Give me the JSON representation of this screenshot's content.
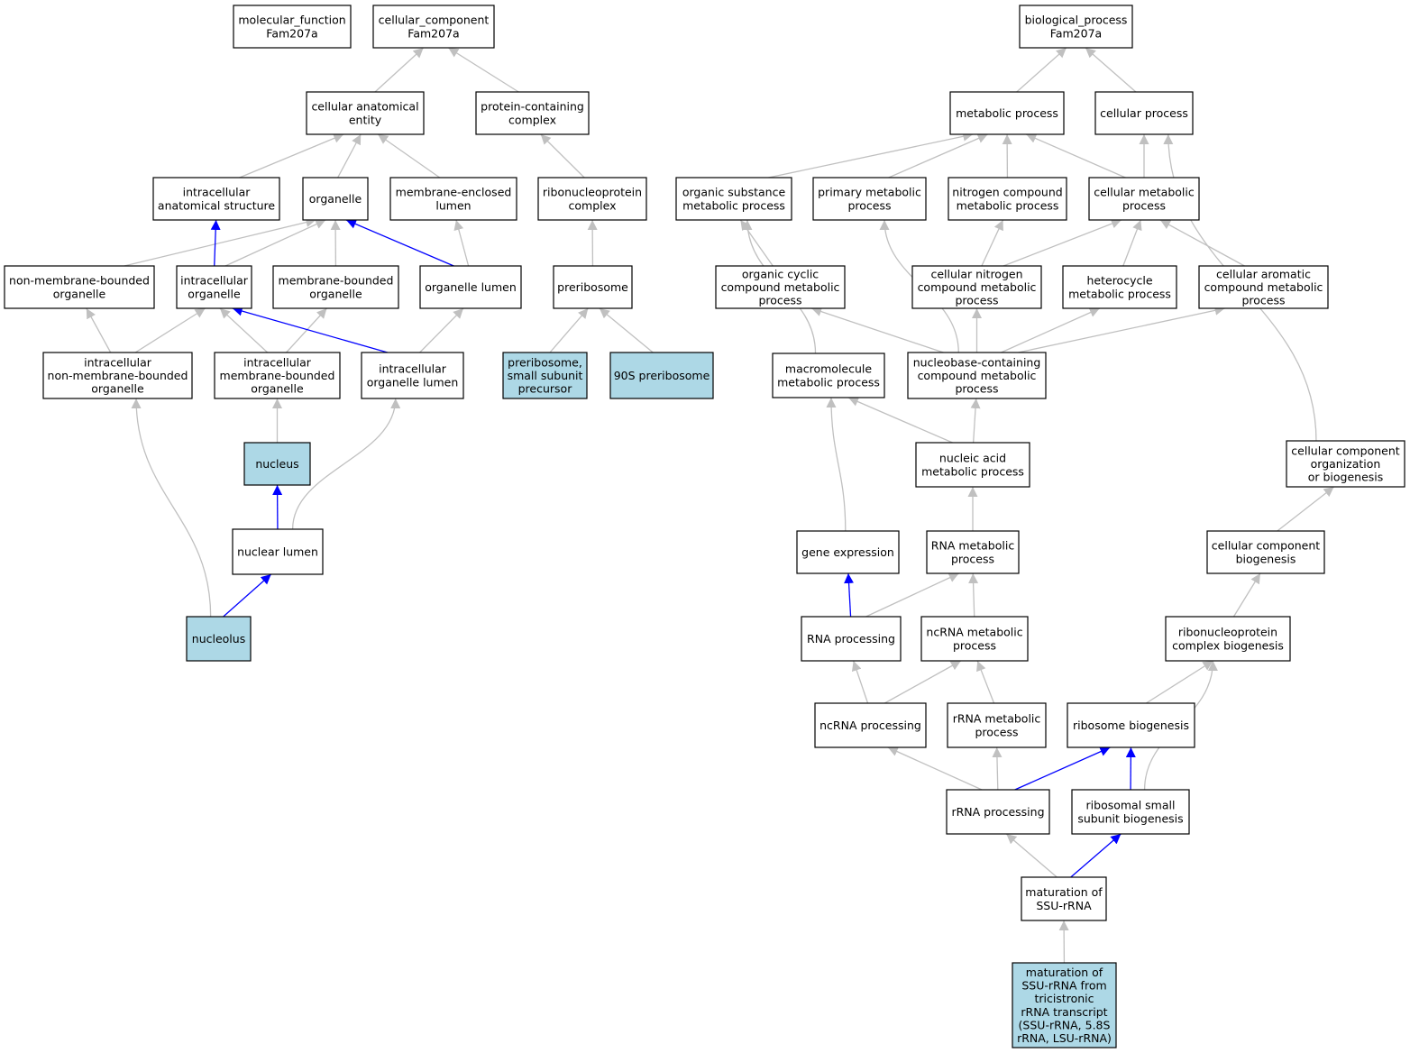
{
  "colors": {
    "plain": "#ffffff",
    "highlight": "#add8e6",
    "edge_gray": "#c0c0c0",
    "edge_blue": "#0000ff"
  },
  "nodes": {
    "molecular_function": [
      "molecular_function",
      "Fam207a"
    ],
    "cellular_component": [
      "cellular_component",
      "Fam207a"
    ],
    "biological_process": [
      "biological_process",
      "Fam207a"
    ],
    "cellular_anatomical_entity": [
      "cellular anatomical",
      "entity"
    ],
    "protein_containing_complex": [
      "protein-containing",
      "complex"
    ],
    "metabolic_process": [
      "metabolic process"
    ],
    "cellular_process": [
      "cellular process"
    ],
    "intracellular_anatomical_structure": [
      "intracellular",
      "anatomical structure"
    ],
    "organelle": [
      "organelle"
    ],
    "membrane_enclosed_lumen": [
      "membrane-enclosed",
      "lumen"
    ],
    "ribonucleoprotein_complex": [
      "ribonucleoprotein",
      "complex"
    ],
    "organic_substance_metabolic_process": [
      "organic substance",
      "metabolic process"
    ],
    "primary_metabolic_process": [
      "primary metabolic",
      "process"
    ],
    "nitrogen_compound_metabolic_process": [
      "nitrogen compound",
      "metabolic process"
    ],
    "cellular_metabolic_process": [
      "cellular metabolic",
      "process"
    ],
    "non_membrane_bounded_organelle": [
      "non-membrane-bounded",
      "organelle"
    ],
    "intracellular_organelle": [
      "intracellular",
      "organelle"
    ],
    "membrane_bounded_organelle": [
      "membrane-bounded",
      "organelle"
    ],
    "organelle_lumen": [
      "organelle lumen"
    ],
    "preribosome": [
      "preribosome"
    ],
    "organic_cyclic_compound_metabolic_process": [
      "organic cyclic",
      "compound metabolic",
      "process"
    ],
    "cellular_nitrogen_compound_metabolic_process": [
      "cellular nitrogen",
      "compound metabolic",
      "process"
    ],
    "heterocycle_metabolic_process": [
      "heterocycle",
      "metabolic process"
    ],
    "cellular_aromatic_compound_metabolic_process": [
      "cellular aromatic",
      "compound metabolic",
      "process"
    ],
    "intracellular_non_membrane_bounded_organelle": [
      "intracellular",
      "non-membrane-bounded",
      "organelle"
    ],
    "intracellular_membrane_bounded_organelle": [
      "intracellular",
      "membrane-bounded",
      "organelle"
    ],
    "intracellular_organelle_lumen": [
      "intracellular",
      "organelle lumen"
    ],
    "preribosome_small_subunit_precursor": [
      "preribosome,",
      "small subunit",
      "precursor"
    ],
    "90s_preribosome": [
      "90S preribosome"
    ],
    "macromolecule_metabolic_process": [
      "macromolecule",
      "metabolic process"
    ],
    "nucleobase_containing_compound_metabolic_process": [
      "nucleobase-containing",
      "compound metabolic",
      "process"
    ],
    "nucleus": [
      "nucleus"
    ],
    "nucleic_acid_metabolic_process": [
      "nucleic acid",
      "metabolic process"
    ],
    "cellular_component_organization_or_biogenesis": [
      "cellular component",
      "organization",
      "or biogenesis"
    ],
    "nuclear_lumen": [
      "nuclear lumen"
    ],
    "gene_expression": [
      "gene expression"
    ],
    "rna_metabolic_process": [
      "RNA metabolic",
      "process"
    ],
    "cellular_component_biogenesis": [
      "cellular component",
      "biogenesis"
    ],
    "nucleolus": [
      "nucleolus"
    ],
    "rna_processing": [
      "RNA processing"
    ],
    "ncrna_metabolic_process": [
      "ncRNA metabolic",
      "process"
    ],
    "ribonucleoprotein_complex_biogenesis": [
      "ribonucleoprotein",
      "complex biogenesis"
    ],
    "ncrna_processing": [
      "ncRNA processing"
    ],
    "rrna_metabolic_process": [
      "rRNA metabolic",
      "process"
    ],
    "ribosome_biogenesis": [
      "ribosome biogenesis"
    ],
    "rrna_processing": [
      "rRNA processing"
    ],
    "ribosomal_small_subunit_biogenesis": [
      "ribosomal small",
      "subunit biogenesis"
    ],
    "maturation_of_ssu_rrna": [
      "maturation of",
      "SSU-rRNA"
    ],
    "maturation_of_ssu_rrna_from_tricistronic": [
      "maturation of",
      "SSU-rRNA from",
      "tricistronic",
      "rRNA transcript",
      "(SSU-rRNA, 5.8S",
      "rRNA, LSU-rRNA)"
    ]
  },
  "highlighted": [
    "nucleus",
    "nucleolus",
    "preribosome_small_subunit_precursor",
    "90s_preribosome",
    "maturation_of_ssu_rrna_from_tricistronic"
  ],
  "edges": [
    [
      "cellular_anatomical_entity",
      "cellular_component",
      "gray"
    ],
    [
      "protein_containing_complex",
      "cellular_component",
      "gray"
    ],
    [
      "metabolic_process",
      "biological_process",
      "gray"
    ],
    [
      "cellular_process",
      "biological_process",
      "gray"
    ],
    [
      "intracellular_anatomical_structure",
      "cellular_anatomical_entity",
      "gray"
    ],
    [
      "organelle",
      "cellular_anatomical_entity",
      "gray"
    ],
    [
      "membrane_enclosed_lumen",
      "cellular_anatomical_entity",
      "gray"
    ],
    [
      "ribonucleoprotein_complex",
      "protein_containing_complex",
      "gray"
    ],
    [
      "organic_substance_metabolic_process",
      "metabolic_process",
      "gray"
    ],
    [
      "primary_metabolic_process",
      "metabolic_process",
      "gray"
    ],
    [
      "nitrogen_compound_metabolic_process",
      "metabolic_process",
      "gray"
    ],
    [
      "cellular_metabolic_process",
      "metabolic_process",
      "gray"
    ],
    [
      "cellular_metabolic_process",
      "cellular_process",
      "gray"
    ],
    [
      "non_membrane_bounded_organelle",
      "organelle",
      "gray"
    ],
    [
      "intracellular_organelle",
      "organelle",
      "gray"
    ],
    [
      "intracellular_organelle",
      "intracellular_anatomical_structure",
      "blue"
    ],
    [
      "membrane_bounded_organelle",
      "organelle",
      "gray"
    ],
    [
      "organelle_lumen",
      "organelle",
      "blue"
    ],
    [
      "organelle_lumen",
      "membrane_enclosed_lumen",
      "gray"
    ],
    [
      "preribosome",
      "ribonucleoprotein_complex",
      "gray"
    ],
    [
      "organic_cyclic_compound_metabolic_process",
      "organic_substance_metabolic_process",
      "gray"
    ],
    [
      "cellular_nitrogen_compound_metabolic_process",
      "nitrogen_compound_metabolic_process",
      "gray"
    ],
    [
      "cellular_nitrogen_compound_metabolic_process",
      "cellular_metabolic_process",
      "gray"
    ],
    [
      "heterocycle_metabolic_process",
      "cellular_metabolic_process",
      "gray"
    ],
    [
      "cellular_aromatic_compound_metabolic_process",
      "cellular_metabolic_process",
      "gray"
    ],
    [
      "intracellular_non_membrane_bounded_organelle",
      "non_membrane_bounded_organelle",
      "gray"
    ],
    [
      "intracellular_non_membrane_bounded_organelle",
      "intracellular_organelle",
      "gray"
    ],
    [
      "intracellular_membrane_bounded_organelle",
      "intracellular_organelle",
      "gray"
    ],
    [
      "intracellular_membrane_bounded_organelle",
      "membrane_bounded_organelle",
      "gray"
    ],
    [
      "intracellular_organelle_lumen",
      "intracellular_organelle",
      "blue"
    ],
    [
      "intracellular_organelle_lumen",
      "organelle_lumen",
      "gray"
    ],
    [
      "preribosome_small_subunit_precursor",
      "preribosome",
      "gray"
    ],
    [
      "90s_preribosome",
      "preribosome",
      "gray"
    ],
    [
      "macromolecule_metabolic_process",
      "organic_substance_metabolic_process",
      "gray"
    ],
    [
      "nucleobase_containing_compound_metabolic_process",
      "organic_cyclic_compound_metabolic_process",
      "gray"
    ],
    [
      "nucleobase_containing_compound_metabolic_process",
      "primary_metabolic_process",
      "gray"
    ],
    [
      "nucleobase_containing_compound_metabolic_process",
      "cellular_nitrogen_compound_metabolic_process",
      "gray"
    ],
    [
      "nucleobase_containing_compound_metabolic_process",
      "heterocycle_metabolic_process",
      "gray"
    ],
    [
      "nucleobase_containing_compound_metabolic_process",
      "cellular_aromatic_compound_metabolic_process",
      "gray"
    ],
    [
      "nucleus",
      "intracellular_membrane_bounded_organelle",
      "gray"
    ],
    [
      "nucleic_acid_metabolic_process",
      "macromolecule_metabolic_process",
      "gray"
    ],
    [
      "nucleic_acid_metabolic_process",
      "nucleobase_containing_compound_metabolic_process",
      "gray"
    ],
    [
      "cellular_component_organization_or_biogenesis",
      "cellular_process",
      "gray"
    ],
    [
      "nuclear_lumen",
      "nucleus",
      "blue"
    ],
    [
      "nuclear_lumen",
      "intracellular_organelle_lumen",
      "gray"
    ],
    [
      "gene_expression",
      "macromolecule_metabolic_process",
      "gray"
    ],
    [
      "rna_metabolic_process",
      "nucleic_acid_metabolic_process",
      "gray"
    ],
    [
      "cellular_component_biogenesis",
      "cellular_component_organization_or_biogenesis",
      "gray"
    ],
    [
      "nucleolus",
      "nuclear_lumen",
      "blue"
    ],
    [
      "nucleolus",
      "intracellular_non_membrane_bounded_organelle",
      "gray"
    ],
    [
      "rna_processing",
      "gene_expression",
      "blue"
    ],
    [
      "rna_processing",
      "rna_metabolic_process",
      "gray"
    ],
    [
      "ncrna_metabolic_process",
      "rna_metabolic_process",
      "gray"
    ],
    [
      "ribonucleoprotein_complex_biogenesis",
      "cellular_component_biogenesis",
      "gray"
    ],
    [
      "ncrna_processing",
      "rna_processing",
      "gray"
    ],
    [
      "ncrna_processing",
      "ncrna_metabolic_process",
      "gray"
    ],
    [
      "rrna_metabolic_process",
      "ncrna_metabolic_process",
      "gray"
    ],
    [
      "ribosome_biogenesis",
      "ribonucleoprotein_complex_biogenesis",
      "gray"
    ],
    [
      "rrna_processing",
      "ncrna_processing",
      "gray"
    ],
    [
      "rrna_processing",
      "rrna_metabolic_process",
      "gray"
    ],
    [
      "rrna_processing",
      "ribosome_biogenesis",
      "blue"
    ],
    [
      "ribosomal_small_subunit_biogenesis",
      "ribosome_biogenesis",
      "blue"
    ],
    [
      "ribosomal_small_subunit_biogenesis",
      "ribonucleoprotein_complex_biogenesis",
      "gray"
    ],
    [
      "maturation_of_ssu_rrna",
      "rrna_processing",
      "gray"
    ],
    [
      "maturation_of_ssu_rrna",
      "ribosomal_small_subunit_biogenesis",
      "blue"
    ],
    [
      "maturation_of_ssu_rrna_from_tricistronic",
      "maturation_of_ssu_rrna",
      "gray"
    ]
  ]
}
